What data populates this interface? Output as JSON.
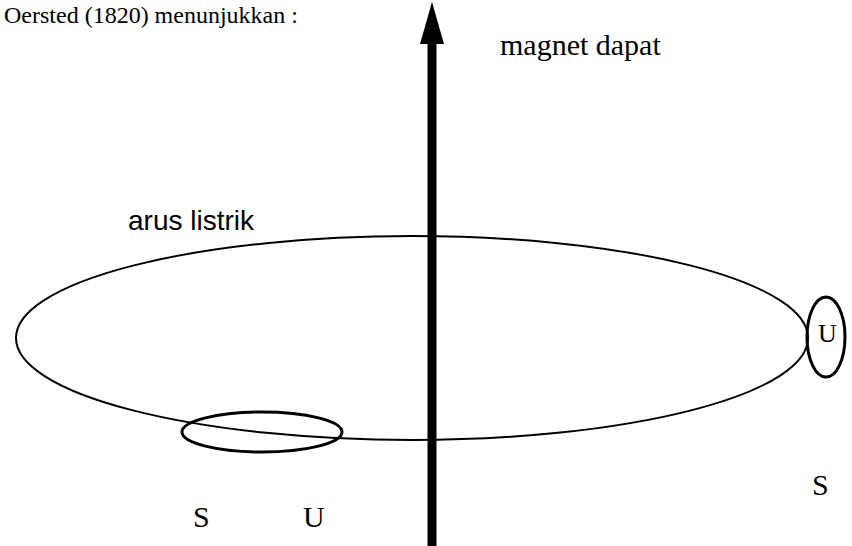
{
  "diagram": {
    "labels": [
      "Oersted (1820) menunjukkan :",
      "magnet dapat",
      "arus listrik",
      "S",
      "U",
      "U",
      "S"
    ]
  }
}
